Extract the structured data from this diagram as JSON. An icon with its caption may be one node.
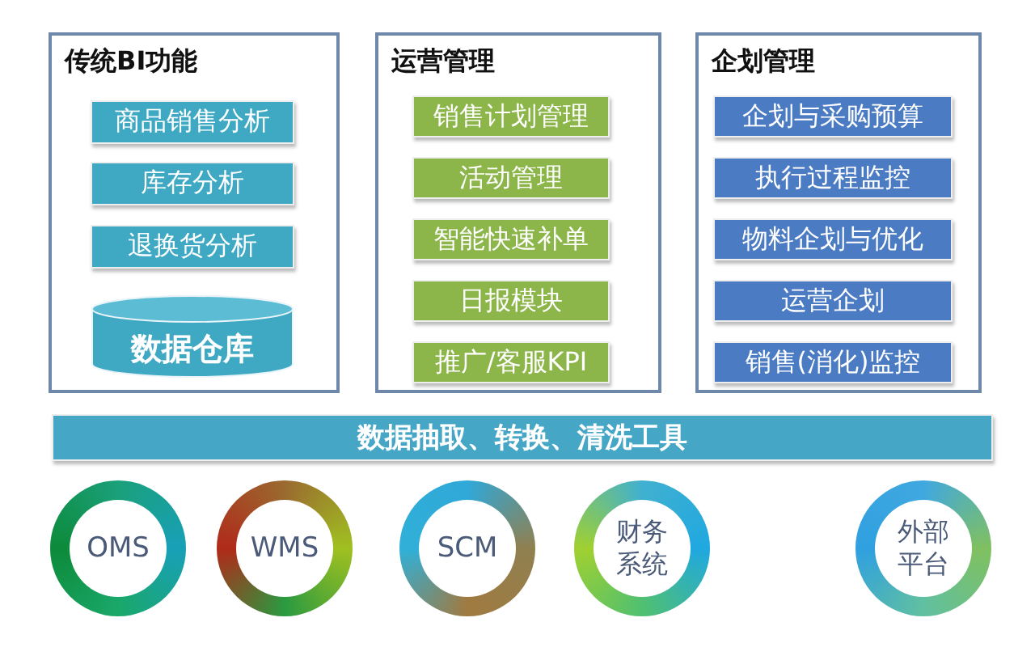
{
  "diagram": {
    "nodes": [
      {
        "text": [
          "传统BI功能"
        ]
      },
      {
        "text": [
          "商品销售分析"
        ],
        "in": 0
      },
      {
        "text": [
          "库存分析"
        ],
        "in": 0
      },
      {
        "text": [
          "退换货分析"
        ],
        "in": 0
      },
      {
        "text": [
          "数据仓库"
        ],
        "in": 0
      },
      {
        "text": [
          "运营管理"
        ]
      },
      {
        "text": [
          "销售计划管理"
        ],
        "in": 5
      },
      {
        "text": [
          "活动管理"
        ],
        "in": 5
      },
      {
        "text": [
          "智能快速补单"
        ],
        "in": 5
      },
      {
        "text": [
          "日报模块"
        ],
        "in": 5
      },
      {
        "text": [
          "推广/客服KPI"
        ],
        "in": 5
      },
      {
        "text": [
          "企划管理"
        ]
      },
      {
        "text": [
          "企划与采购预算"
        ],
        "in": 11
      },
      {
        "text": [
          "执行过程监控"
        ],
        "in": 11
      },
      {
        "text": [
          "物料企划与优化"
        ],
        "in": 11
      },
      {
        "text": [
          "运营企划"
        ],
        "in": 11
      },
      {
        "text": [
          "销售(消化)监控"
        ],
        "in": 11
      },
      {
        "text": [
          "数据抽取、转换、清洗工具"
        ]
      },
      {
        "text": [
          "OMS"
        ]
      },
      {
        "text": [
          "WMS"
        ]
      },
      {
        "text": [
          "SCM"
        ]
      },
      {
        "text": [
          "财务系统"
        ]
      },
      {
        "text": [
          "外部平台"
        ]
      }
    ]
  }
}
